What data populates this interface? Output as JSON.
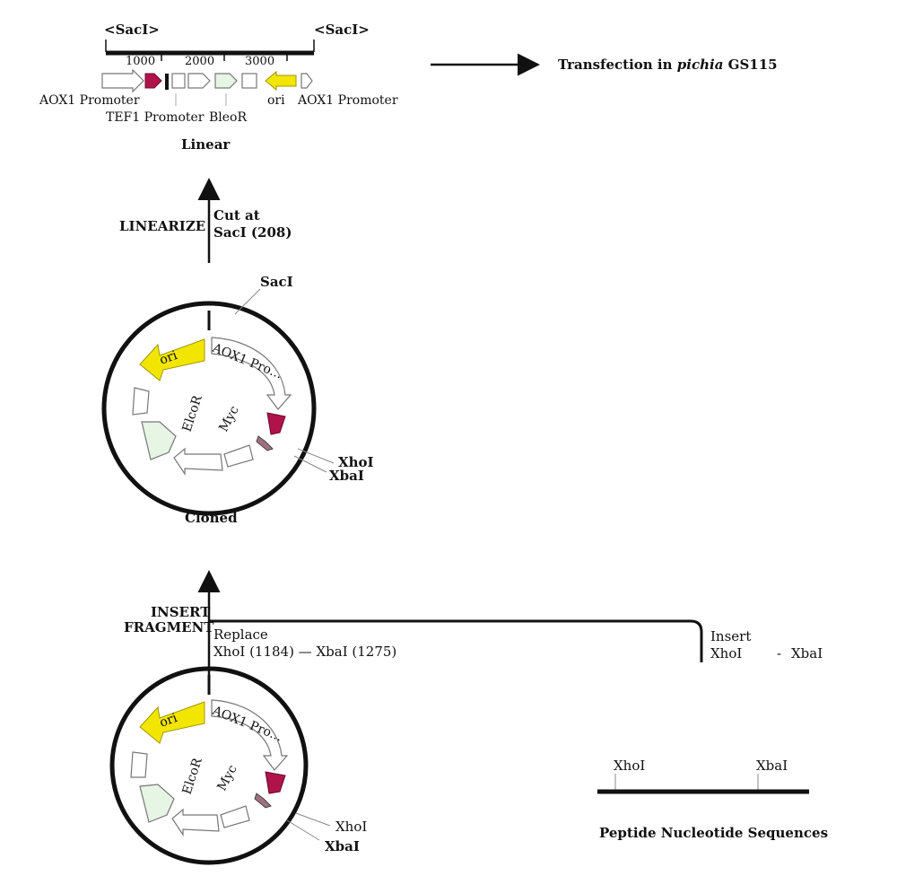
{
  "linear_map": {
    "left_site": "<SacI>",
    "right_site": "<SacI>",
    "scale_ticks": [
      "1000",
      "2000",
      "3000"
    ],
    "features": {
      "aox1_promoter_left": "AOX1 Promoter",
      "tef1_promoter": "TEF1 Promoter",
      "bleor": "BleoR",
      "ori": "ori",
      "aox1_promoter_right": "AOX1 Promoter"
    },
    "caption": "Linear"
  },
  "transfection": {
    "label_prefix": "Transfection in ",
    "label_italic": "pichia",
    "label_suffix": " GS115"
  },
  "linearize_step": {
    "action": "LINEARIZE",
    "note_line1": "Cut at",
    "note_line2": "SacI (208)"
  },
  "cloned_plasmid": {
    "top_site": "SacI",
    "features": {
      "ori": "ori",
      "aox1": "AOX1 Pro...",
      "elcor": "ElcoR",
      "myc": "Myc"
    },
    "site_xhoi": "XhoI",
    "site_xbai": "XbaI",
    "caption": "Cloned",
    "colors": {
      "ori": "#f2e600",
      "promoter_arrow": "#b0124a",
      "marker": "#e6f5e4",
      "caption": "#2233aa"
    }
  },
  "insert_step": {
    "action_line1": "INSERT",
    "action_line2": "FRAGMENT",
    "replace_line1": "Replace",
    "replace_line2": "XhoI (1184) — XbaI (1275)",
    "insert_line1": "Insert",
    "insert_xhoi": "XhoI",
    "insert_dash": "-",
    "insert_xbai": "XbaI"
  },
  "vector_plasmid": {
    "features": {
      "ori": "ori",
      "aox1": "AOX1 Pro...",
      "elcor": "ElcoR",
      "myc": "Myc"
    },
    "site_xhoi": "XhoI",
    "site_xbai": "XbaI"
  },
  "peptide": {
    "site_xhoi": "XhoI",
    "site_xbai": "XbaI",
    "caption": "Peptide Nucleotide Sequences"
  }
}
